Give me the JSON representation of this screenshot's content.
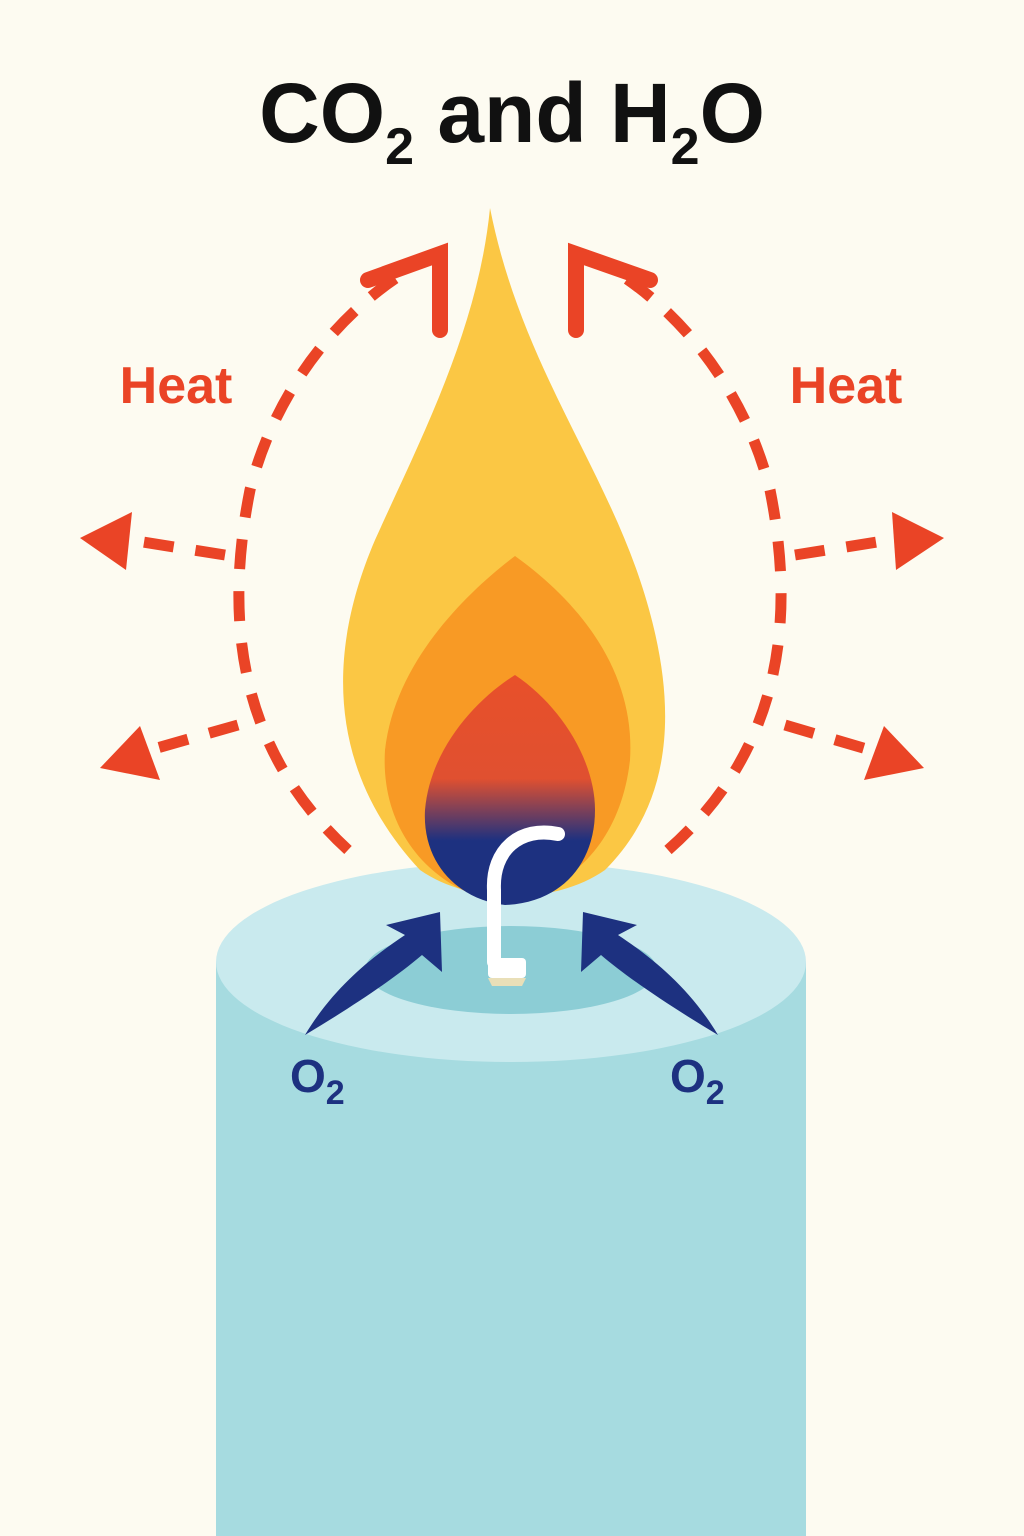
{
  "title": {
    "part1": "CO",
    "sub1": "2",
    "part2": " and H",
    "sub2": "2",
    "part3": "O"
  },
  "heat_labels": {
    "left": "Heat",
    "right": "Heat"
  },
  "oxygen_labels": {
    "left": {
      "main": "O",
      "sub": "2"
    },
    "right": {
      "main": "O",
      "sub": "2"
    }
  },
  "colors": {
    "background": "#fdfbf1",
    "heat": "#ea4426",
    "oxygen": "#1d3180",
    "flame_outer": "#fbc744",
    "flame_middle": "#f89a25",
    "flame_inner": "#e8502a",
    "flame_core": "#1d3180",
    "candle_body": "#a6dbe0",
    "candle_top": "#c9eaee",
    "candle_pool": "#8ccdd5",
    "wick": "#ffffff"
  }
}
